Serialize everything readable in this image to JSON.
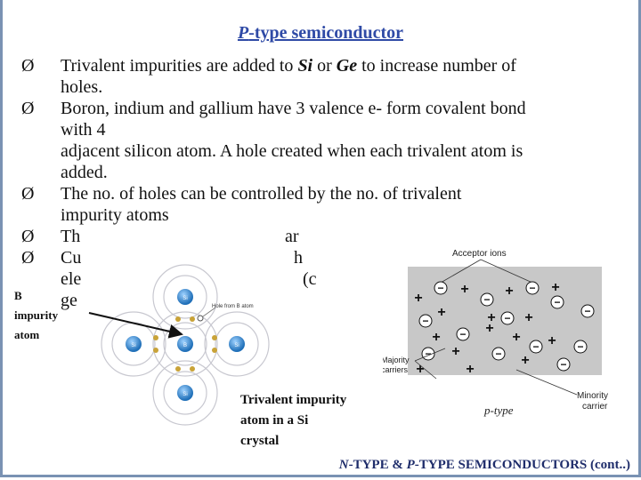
{
  "title": {
    "italic": "P",
    "rest": "-type semiconductor"
  },
  "bullets": [
    {
      "lines": [
        [
          "Trivalent impurities are added to ",
          "Si",
          " or ",
          "Ge",
          " to increase number of"
        ],
        [
          "holes."
        ]
      ]
    },
    {
      "lines": [
        [
          "Boron, indium and gallium have 3 valence e- form covalent bond"
        ],
        [
          "with 4"
        ],
        [
          "adjacent silicon atom. A hole created when each trivalent atom is"
        ],
        [
          "added."
        ]
      ]
    },
    {
      "lines": [
        [
          " The no. of holes can be controlled by the no. of trivalent"
        ],
        [
          "impurity atoms"
        ]
      ]
    },
    {
      "lines": [
        [
          "Th",
          "",
          "ar"
        ]
      ]
    },
    {
      "lines": [
        [
          "Cu",
          "",
          "h"
        ]
      ]
    }
  ],
  "partial_lines": [
    "ele",
    "(c",
    "ge"
  ],
  "side_label": [
    "B",
    "impurity",
    "atom"
  ],
  "diagram_left": {
    "atoms": [
      "Si",
      "Si",
      "B",
      "Si",
      "Si"
    ],
    "hole_label": "Hole from B atom"
  },
  "diagram_right": {
    "acceptor_label": "Acceptor ions",
    "majority_label": [
      "Majority",
      "carriers"
    ],
    "minority_label": [
      "Minority",
      "carrier"
    ],
    "type_label": "p-type"
  },
  "caption": [
    "Trivalent impurity",
    "atom in a Si",
    "crystal"
  ],
  "footer": {
    "p1_italic": "N",
    "p2": "-TYPE & ",
    "p3_italic": "P",
    "p4": "-TYPE SEMICONDUCTORS (cont..)"
  },
  "colors": {
    "title": "#2f4aa6",
    "frame": "#7a92b3",
    "crystal_bg": "#c8c8c8",
    "atom": "#3a8fd6"
  }
}
